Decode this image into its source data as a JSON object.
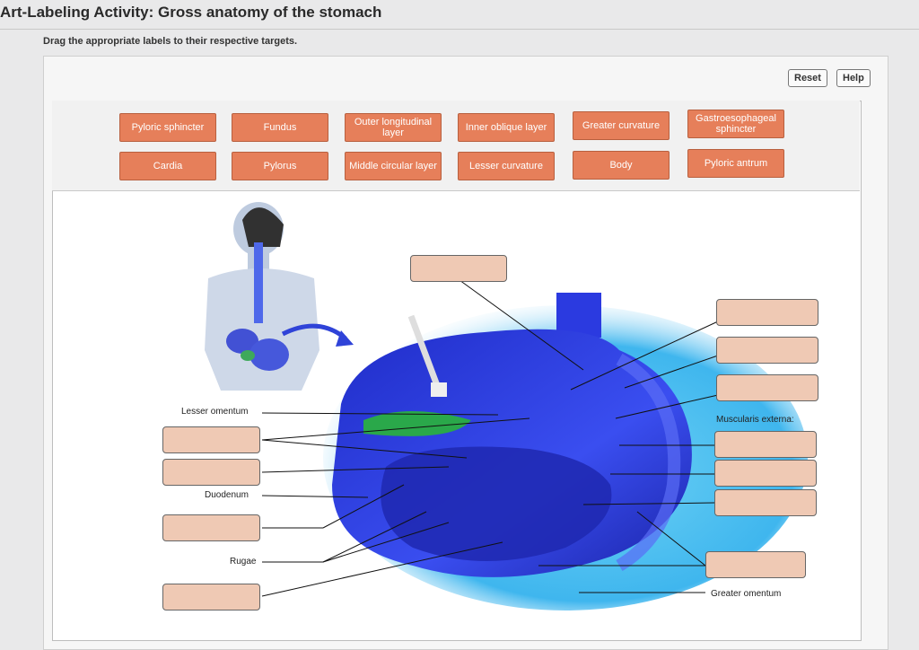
{
  "header": {
    "title": "Art-Labeling Activity: Gross anatomy of the stomach",
    "instruction": "Drag the appropriate labels to their respective targets."
  },
  "toolbar": {
    "reset_label": "Reset",
    "help_label": "Help"
  },
  "label_bank": {
    "row1": [
      "Pyloric sphincter",
      "Fundus",
      "Outer longitudinal layer",
      "Inner oblique layer",
      "Greater curvature",
      "Gastroesophageal sphincter"
    ],
    "row2": [
      "Cardia",
      "Pylorus",
      "Middle circular layer",
      "Lesser curvature",
      "Body",
      "Pyloric antrum"
    ]
  },
  "annotations": {
    "lesser_omentum": "Lesser omentum",
    "duodenum": "Duodenum",
    "rugae": "Rugae",
    "muscularis_externa": "Muscularis externa:",
    "greater_omentum": "Greater omentum"
  },
  "colors": {
    "label_bg": "#e67f5a",
    "target_bg": "#efc9b4",
    "stomach_blue": "#2a3bd6"
  }
}
